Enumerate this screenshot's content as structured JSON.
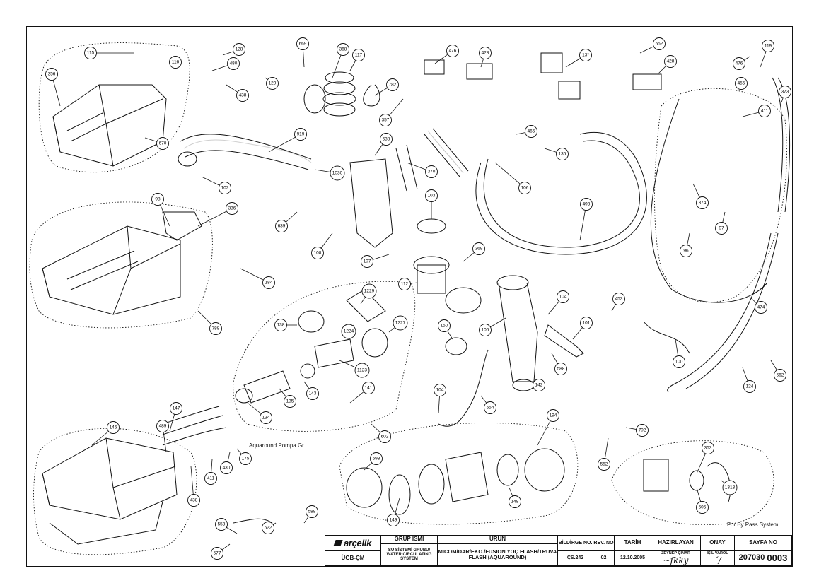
{
  "callouts": [
    {
      "id": "c115",
      "label": "115"
    },
    {
      "id": "c116",
      "label": "116"
    },
    {
      "id": "c128",
      "label": "128"
    },
    {
      "id": "c669",
      "label": "669"
    },
    {
      "id": "c368",
      "label": "368"
    },
    {
      "id": "c117",
      "label": "117"
    },
    {
      "id": "c476a",
      "label": "476"
    },
    {
      "id": "c428a",
      "label": "428"
    },
    {
      "id": "c13",
      "label": "13*"
    },
    {
      "id": "c652",
      "label": "652"
    },
    {
      "id": "c428b",
      "label": "428"
    },
    {
      "id": "c476b",
      "label": "476"
    },
    {
      "id": "c119",
      "label": "119"
    },
    {
      "id": "c356",
      "label": "356"
    },
    {
      "id": "c480",
      "label": "480"
    },
    {
      "id": "c438",
      "label": "438"
    },
    {
      "id": "c129",
      "label": "129"
    },
    {
      "id": "c782",
      "label": "782"
    },
    {
      "id": "c357",
      "label": "357"
    },
    {
      "id": "c465",
      "label": "465"
    },
    {
      "id": "c135",
      "label": "135"
    },
    {
      "id": "c455",
      "label": "455"
    },
    {
      "id": "c373",
      "label": "373"
    },
    {
      "id": "c411",
      "label": "411"
    },
    {
      "id": "c670",
      "label": "670"
    },
    {
      "id": "c919",
      "label": "919"
    },
    {
      "id": "c638",
      "label": "638"
    },
    {
      "id": "c1030",
      "label": "1030"
    },
    {
      "id": "c102",
      "label": "102"
    },
    {
      "id": "c106",
      "label": "106"
    },
    {
      "id": "c370",
      "label": "370"
    },
    {
      "id": "c98",
      "label": "98"
    },
    {
      "id": "c336",
      "label": "336"
    },
    {
      "id": "c103",
      "label": "103"
    },
    {
      "id": "c639",
      "label": "639"
    },
    {
      "id": "c493",
      "label": "493"
    },
    {
      "id": "c374",
      "label": "374"
    },
    {
      "id": "c97",
      "label": "97"
    },
    {
      "id": "c108",
      "label": "108"
    },
    {
      "id": "c107",
      "label": "107"
    },
    {
      "id": "c369",
      "label": "369"
    },
    {
      "id": "c96",
      "label": "96"
    },
    {
      "id": "c184",
      "label": "184"
    },
    {
      "id": "c112",
      "label": "112"
    },
    {
      "id": "c1229",
      "label": "1229"
    },
    {
      "id": "c104a",
      "label": "104"
    },
    {
      "id": "c453",
      "label": "453"
    },
    {
      "id": "c474",
      "label": "474"
    },
    {
      "id": "c788",
      "label": "788"
    },
    {
      "id": "c138",
      "label": "138"
    },
    {
      "id": "c1224",
      "label": "1224"
    },
    {
      "id": "c1227",
      "label": "1227"
    },
    {
      "id": "c150",
      "label": "150"
    },
    {
      "id": "c105",
      "label": "105"
    },
    {
      "id": "c101",
      "label": "101"
    },
    {
      "id": "c100",
      "label": "100"
    },
    {
      "id": "c1123",
      "label": "1123"
    },
    {
      "id": "c588",
      "label": "588"
    },
    {
      "id": "c141",
      "label": "141"
    },
    {
      "id": "c143",
      "label": "143"
    },
    {
      "id": "c124",
      "label": "124"
    },
    {
      "id": "c562",
      "label": "562"
    },
    {
      "id": "c142",
      "label": "142"
    },
    {
      "id": "c104b",
      "label": "104"
    },
    {
      "id": "c134",
      "label": "134"
    },
    {
      "id": "c135b",
      "label": "135"
    },
    {
      "id": "c654",
      "label": "654"
    },
    {
      "id": "c194",
      "label": "194"
    },
    {
      "id": "c147",
      "label": "147"
    },
    {
      "id": "c146",
      "label": "146"
    },
    {
      "id": "c489",
      "label": "489"
    },
    {
      "id": "c175",
      "label": "175"
    },
    {
      "id": "c602",
      "label": "602"
    },
    {
      "id": "c702",
      "label": "702"
    },
    {
      "id": "c430",
      "label": "430"
    },
    {
      "id": "c411b",
      "label": "411"
    },
    {
      "id": "c438b",
      "label": "438"
    },
    {
      "id": "c598",
      "label": "598"
    },
    {
      "id": "c552",
      "label": "552"
    },
    {
      "id": "c353",
      "label": "353"
    },
    {
      "id": "c1313",
      "label": "1313"
    },
    {
      "id": "c148",
      "label": "148"
    },
    {
      "id": "c149",
      "label": "149"
    },
    {
      "id": "c605",
      "label": "605"
    },
    {
      "id": "c553",
      "label": "553"
    },
    {
      "id": "c522",
      "label": "522"
    },
    {
      "id": "c588b",
      "label": "588"
    },
    {
      "id": "c577",
      "label": "577"
    }
  ],
  "notes": {
    "aquaround": "Aquaround Pompa Gr",
    "bypass": "For By Pass System"
  },
  "title_block": {
    "logo": "arçelik",
    "group_header": "GRUP İSMİ",
    "product_header": "ÜRÜN",
    "bildirge_header": "BİLDİRGE NO.",
    "rev_header": "REV. NO",
    "tarih_header": "TARİH",
    "hazirlayan_header": "HAZIRLAYAN",
    "onay_header": "ONAY",
    "sayfa_header": "SAYFA NO",
    "code": "ÜGB-ÇM",
    "group": "SU SİSTEMİ GRUBU/ WATER CIRCULATING SYSTEM",
    "product": "MICOM/DAR/EKO./FUSION YOÇ FLASH/TRUVA FLASH (AQUAROUND)",
    "bildirge": "ÇS.242",
    "rev": "02",
    "tarih": "12.10.2005",
    "hazirlayan": "ZEYNEP ÇİNAR",
    "onay": "IŞIL VAROL",
    "sayfa_prefix": "207030",
    "sayfa_suffix": "0003"
  }
}
